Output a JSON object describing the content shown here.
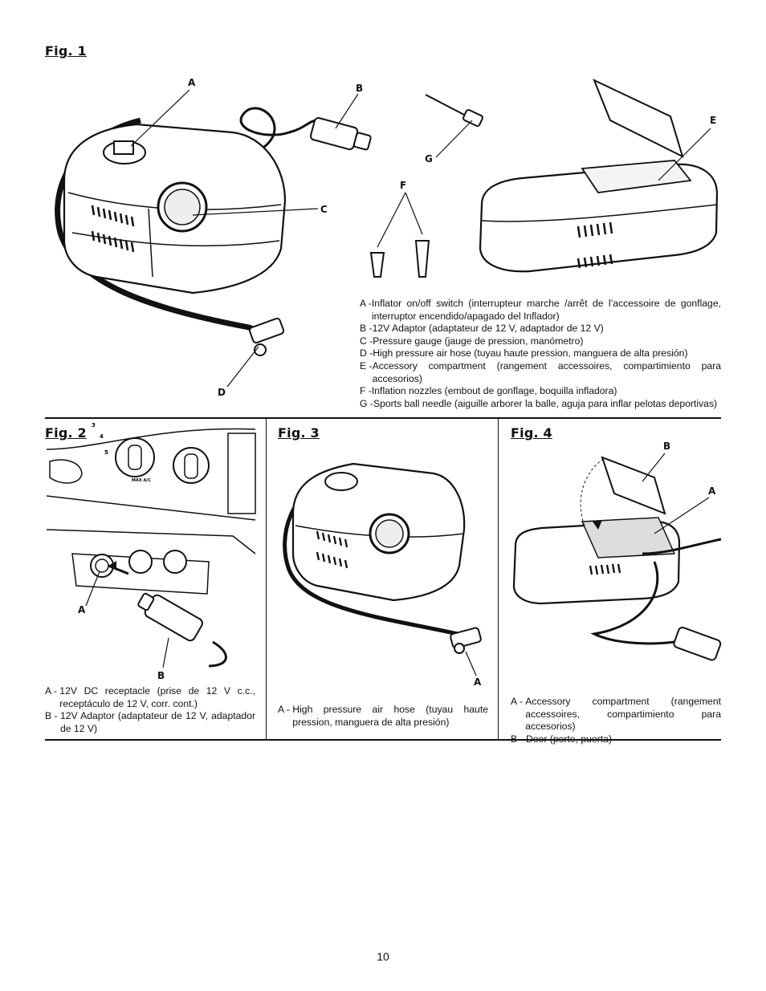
{
  "figures": {
    "fig1": {
      "title": "Fig. 1",
      "callouts": {
        "a": "A",
        "b": "B",
        "c": "C",
        "d": "D",
        "e": "E",
        "f": "F",
        "g": "G"
      },
      "legend": [
        {
          "letter": "A -",
          "text": "Inflator on/off switch (interrupteur marche /arrêt de l’accessoire de gonflage, interruptor encendido/apagado del Inflador)"
        },
        {
          "letter": "B -",
          "text": "12V Adaptor (adaptateur de 12 V, adaptador de 12 V)"
        },
        {
          "letter": "C -",
          "text": "Pressure gauge (jauge de pression, manómetro)"
        },
        {
          "letter": "D -",
          "text": "High pressure air hose (tuyau haute pression, manguera de alta presión)"
        },
        {
          "letter": "E -",
          "text": "Accessory compartment (rangement accessoires, compartimiento para accesorios)"
        },
        {
          "letter": "F -",
          "text": "Inflation nozzles (embout de gonflage, boquilla infladora)"
        },
        {
          "letter": "G -",
          "text": "Sports ball needle (aiguille arborer la balle, aguja para inflar pelotas deportivas)"
        }
      ]
    },
    "fig2": {
      "title": "Fig. 2",
      "callouts": {
        "a": "A",
        "b": "B"
      },
      "dash_labels": {
        "n3": "3",
        "n4": "4",
        "n5": "5",
        "max_ac": "MAX A/C"
      },
      "legend": [
        {
          "letter": "A - ",
          "text": "12V DC receptacle (prise de 12 V c.c., receptáculo de 12 V, corr. cont.)"
        },
        {
          "letter": "B - ",
          "text": "12V Adaptor (adaptateur de 12 V, adaptador de 12 V)"
        }
      ]
    },
    "fig3": {
      "title": "Fig. 3",
      "callouts": {
        "a": "A"
      },
      "legend": [
        {
          "letter": "A - ",
          "text": "High pressure air hose (tuyau haute pression, manguera de alta presión)"
        }
      ]
    },
    "fig4": {
      "title": "Fig. 4",
      "callouts": {
        "a": "A",
        "b": "B"
      },
      "legend": [
        {
          "letter": "A - ",
          "text": "Accessory compartment (rangement accessoires, compartimiento para accesorios)"
        },
        {
          "letter": "B - ",
          "text": "Door (porte, puerta)"
        }
      ]
    }
  },
  "page_number": "10"
}
